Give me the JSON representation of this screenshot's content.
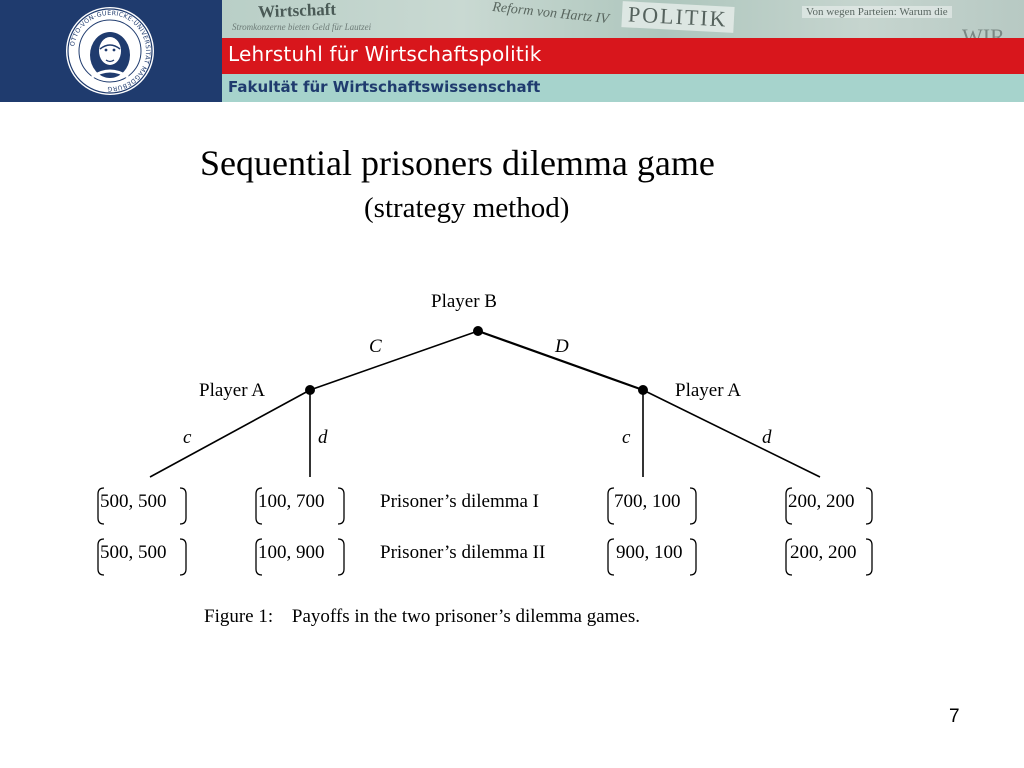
{
  "header": {
    "department": "Lehrstuhl für Wirtschaftspolitik",
    "faculty": "Fakultät für Wirtschaftswissenschaft",
    "photo_text": {
      "paper1": "Wirtschaft",
      "paper1_sub": "Stromkonzerne bieten Geld für Lautzei",
      "paper2": "Reform von Hartz IV",
      "paper3": "POLITIK",
      "paper4": "Von wegen Parteien: Warum die",
      "paper5": "WIR"
    },
    "seal_text": "OTTO-VON-GUERICKE-UNIVERSITÄT MAGDEBURG"
  },
  "slide": {
    "title": "Sequential prisoners dilemma game",
    "subtitle": "(strategy method)",
    "page_number": "7"
  },
  "tree": {
    "root_label": "Player B",
    "left_branch": "C",
    "right_branch": "D",
    "left_node_label": "Player A",
    "right_node_label": "Player A",
    "left_left_branch": "c",
    "left_right_branch": "d",
    "right_left_branch": "c",
    "right_right_branch": "d"
  },
  "payoffs": {
    "rows": [
      {
        "game": "Prisoner’s dilemma I",
        "values": [
          "500, 500",
          "100, 700",
          "700, 100",
          "200, 200"
        ]
      },
      {
        "game": "Prisoner’s dilemma II",
        "values": [
          "500, 500",
          "100, 900",
          "900, 100",
          "200, 200"
        ]
      }
    ]
  },
  "caption": {
    "number": "Figure 1:",
    "text": "Payoffs in the two prisoner’s dilemma games."
  },
  "colors": {
    "navy": "#1f3b6e",
    "red": "#d8161c",
    "teal": "#a6d3cc"
  }
}
